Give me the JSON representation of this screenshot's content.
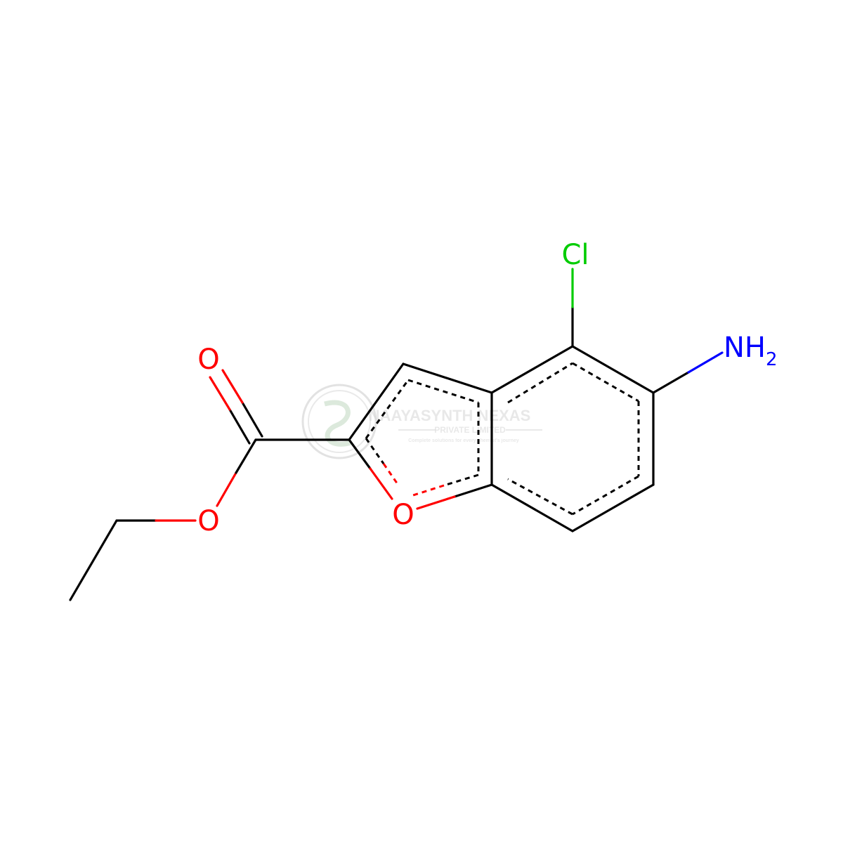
{
  "molecule": {
    "atoms": {
      "chlorine": "Cl",
      "amine_symbol": "NH",
      "amine_subscript": "2",
      "carbonyl_oxygen": "O",
      "ester_oxygen": "O",
      "ring_oxygen": "O"
    },
    "colors": {
      "bond": "#000000",
      "oxygen": "#ff0000",
      "nitrogen": "#0000ff",
      "chlorine": "#00cc00"
    }
  },
  "watermark": {
    "company": "NAAYASYNTH NEXAS",
    "subtitle": "PRIVATE LIMITED",
    "tagline": "Complete solutions for every chemist's journey"
  }
}
